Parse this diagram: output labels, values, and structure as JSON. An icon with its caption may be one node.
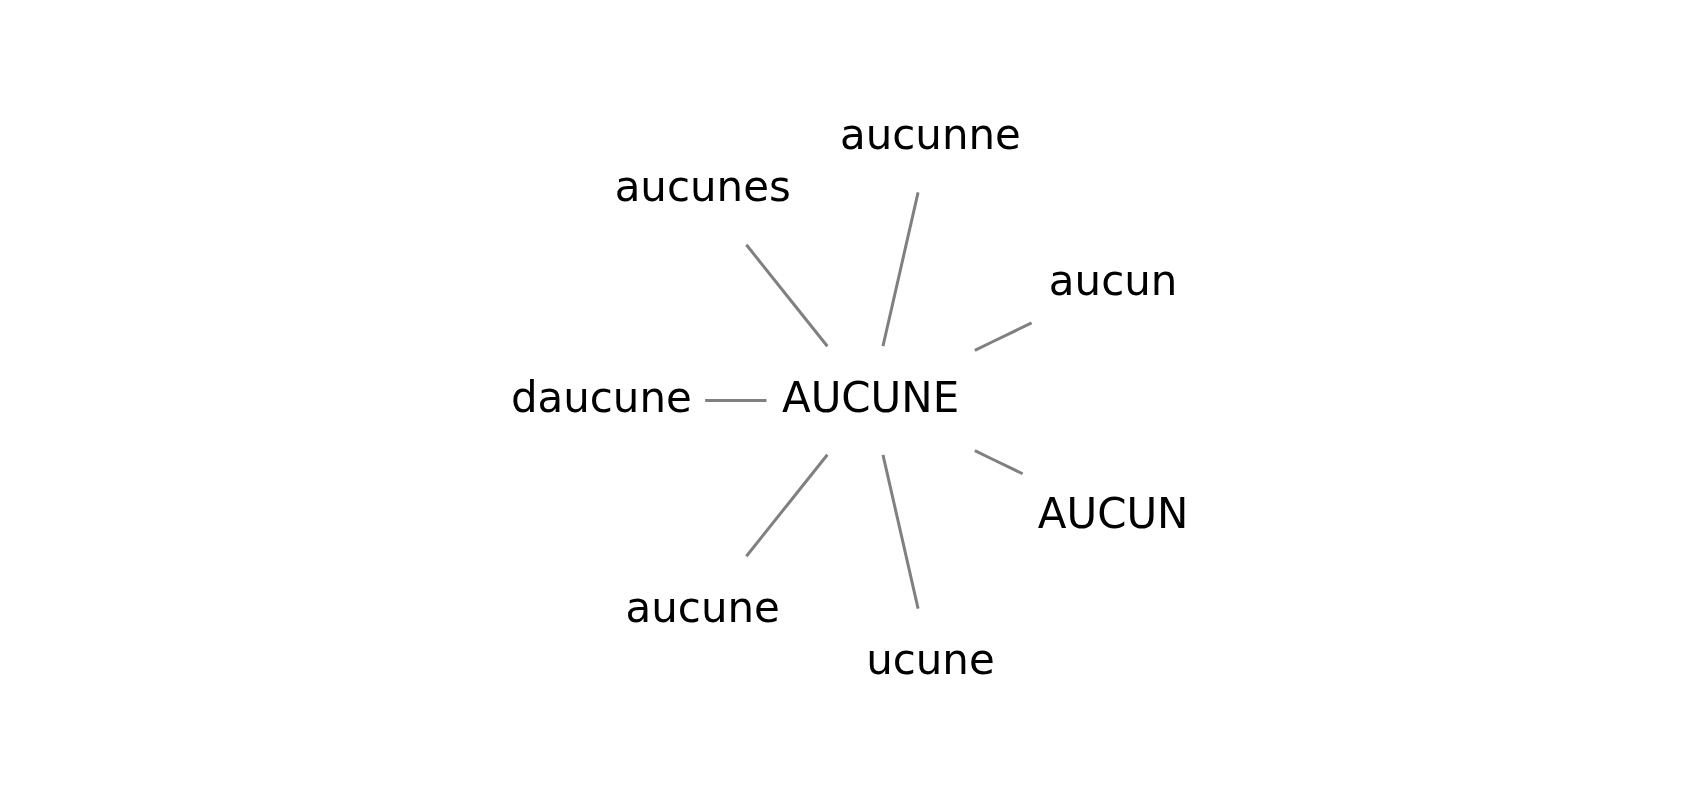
{
  "diagram": {
    "nodes": [
      {
        "text": [
          "aucun"
        ]
      },
      {
        "text": [
          "aucunne"
        ]
      },
      {
        "text": [
          "aucunes"
        ]
      },
      {
        "text": [
          "AUCUNE"
        ]
      },
      {
        "text": [
          "daucune"
        ]
      },
      {
        "text": [
          "aucune"
        ]
      },
      {
        "text": [
          "ucune"
        ]
      },
      {
        "text": [
          "AUCUN"
        ]
      }
    ],
    "edges": [
      {
        "from": 3,
        "to": 0,
        "arrow": "none"
      },
      {
        "from": 3,
        "to": 1,
        "arrow": "none"
      },
      {
        "from": 3,
        "to": 4,
        "arrow": "none"
      },
      {
        "from": 3,
        "to": 6,
        "arrow": "none"
      },
      {
        "from": 3,
        "to": 7,
        "arrow": "none"
      },
      {
        "from": 3,
        "to": 5,
        "arrow": "none"
      },
      {
        "from": 3,
        "to": 2,
        "arrow": "none"
      }
    ]
  }
}
